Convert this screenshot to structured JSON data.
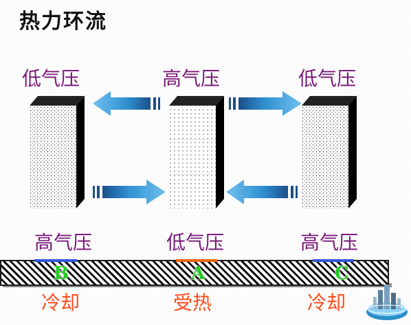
{
  "title": "热力环流",
  "columns": [
    {
      "upper_pressure": "低气压",
      "lower_pressure": "高气压",
      "point": "B",
      "effect": "冷却",
      "mark_color": "#3355dd",
      "point_color": "#22cc22"
    },
    {
      "upper_pressure": "高气压",
      "lower_pressure": "低气压",
      "point": "A",
      "effect": "受热",
      "mark_color": "#ee6611",
      "point_color": "#22cc22"
    },
    {
      "upper_pressure": "低气压",
      "lower_pressure": "高气压",
      "point": "C",
      "effect": "冷却",
      "mark_color": "#3355dd",
      "point_color": "#22cc22"
    }
  ],
  "colors": {
    "pressure_text": "#7a1a7a",
    "effect_text": "#ff4a1a",
    "arrow": "#3b9ad6"
  },
  "icons": {
    "arrows": "wind-arrow-icon",
    "logo": "city-globe-logo-icon"
  }
}
